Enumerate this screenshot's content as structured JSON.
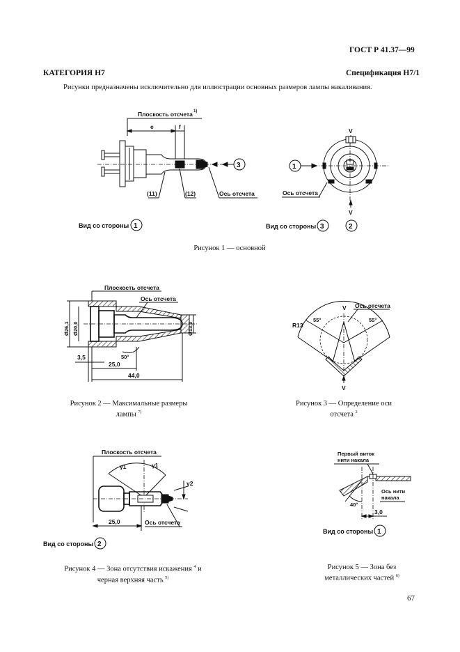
{
  "header": {
    "standard": "ГОСТ Р 41.37—99",
    "category": "КАТЕГОРИЯ Н7",
    "specification": "Спецификация Н7/1"
  },
  "intro": "Рисунки предназначены исключительно для иллюстрации основных размеров лампы накаливания.",
  "fig1": {
    "plane_label": "Плоскость отсчета",
    "plane_sup": "1)",
    "dim_e": "e",
    "dim_f": "f",
    "note1": "(11)",
    "note2": "(12)",
    "axis_left": "Ось отсчета",
    "axis_right": "Ось отсчета",
    "circle1": "1",
    "circle2": "2",
    "circle3": "3",
    "circle1b": "1",
    "v_top": "V",
    "v_bottom": "V",
    "view_left": "Вид со стороны",
    "view_left_num": "1",
    "view_right": "Вид со стороны",
    "view_right_num": "3",
    "view_right_num2": "2",
    "caption": "Рисунок 1 — основной"
  },
  "fig2": {
    "plane_label": "Плоскость отсчета",
    "axis_label": "Ось отсчета",
    "d1": "Ø26,1",
    "d2": "Ø20,0",
    "d3": "Ø13,0",
    "dim_35": "3,5",
    "dim_250": "25,0",
    "dim_440": "44,0",
    "angle": "50°",
    "caption_line1": "Рисунок 2 — Максимальные размеры",
    "caption_line2": "лампы",
    "caption_sup": "7)"
  },
  "fig3": {
    "axis_label": "Ось отсчета",
    "radius": "R13",
    "angle_left": "55°",
    "angle_right": "55°",
    "v_top": "V",
    "v_bottom": "V",
    "caption_line1": "Рисунок 3 — Определение оси",
    "caption_line2": "отсчета",
    "caption_sup": "2"
  },
  "fig4": {
    "plane_label": "Плоскость отсчета",
    "axis_label": "Ось отсчета",
    "gamma1": "γ1",
    "gamma1b": "γ1",
    "gamma2": "γ2",
    "dim_250": "25,0",
    "view": "Вид со стороны",
    "view_num": "2",
    "caption_line1": "Рисунок 4 — Зона отсутствия искажения",
    "caption_sup1": "4",
    "caption_and": "и",
    "caption_line2": "черная верхняя часть",
    "caption_sup2": "5)"
  },
  "fig5": {
    "label1_line1": "Первый виток",
    "label1_line2": "нити накала",
    "label2_line1": "Ось нити",
    "label2_line2": "накала",
    "angle": "40°",
    "dim_30": "3,0",
    "view": "Вид со стороны",
    "view_num": "1",
    "caption_line1": "Рисунок 5 — Зона без",
    "caption_line2": "металлических частей",
    "caption_sup": "6)"
  },
  "page_number": "67"
}
